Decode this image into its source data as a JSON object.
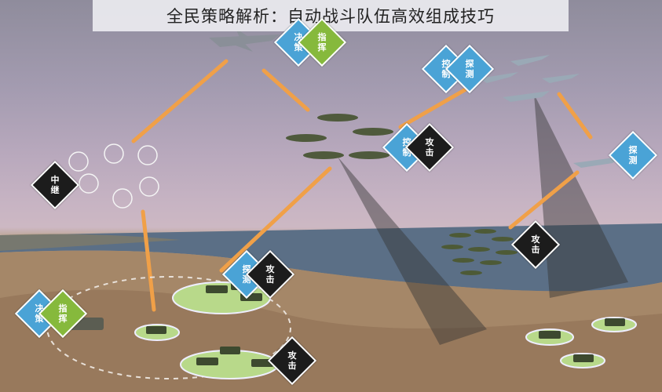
{
  "title": "全民策略解析：自动战斗队伍高效组成技巧",
  "badges": {
    "decide_top": "决\n策",
    "command_top": "指\n挥",
    "control_right": "控\n制",
    "detect_right": "探\n测",
    "control_mid": "控\n制",
    "attack_mid": "攻\n击",
    "relay": "中\n继",
    "detect_far": "探\n测",
    "attack_fleet": "攻\n击",
    "detect_ground": "探\n测",
    "attack_ground": "攻\n击",
    "decide_left": "决\n策",
    "command_left": "指\n挥",
    "attack_bottom": "攻\n击"
  },
  "colors": {
    "link": "#f0a048",
    "blue_badge": "#4aa3d6",
    "green_badge": "#86b93c",
    "black_badge": "#1c1c1c",
    "sea": "#5b6f86",
    "ground_platform": "#b8d98a"
  }
}
